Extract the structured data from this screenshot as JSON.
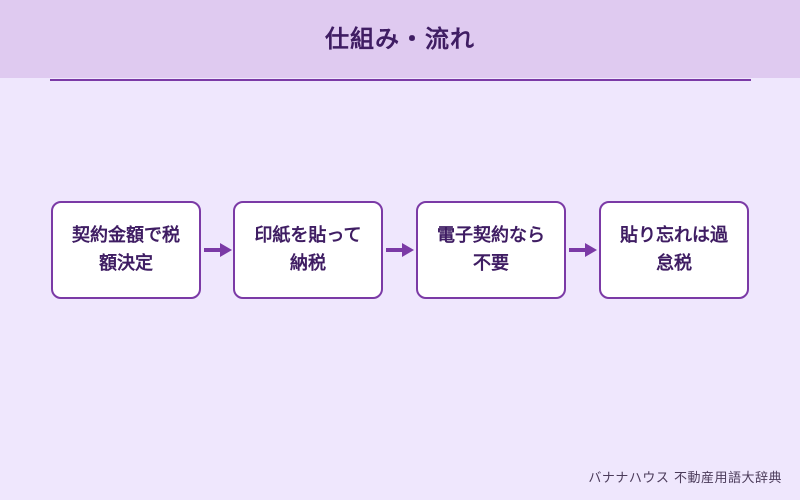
{
  "title": "仕組み・流れ",
  "steps": [
    {
      "label": "契約金額で税額決定"
    },
    {
      "label": "印紙を貼って納税"
    },
    {
      "label": "電子契約なら不要"
    },
    {
      "label": "貼り忘れは過怠税"
    }
  ],
  "credit": "バナナハウス 不動産用語大辞典",
  "colors": {
    "background": "#efe7fd",
    "header": "#dfcaf0",
    "accent": "#7b3aa6",
    "text": "#3f1d63",
    "box": "#ffffff"
  },
  "icons": {
    "arrow": "arrow-right-icon"
  }
}
